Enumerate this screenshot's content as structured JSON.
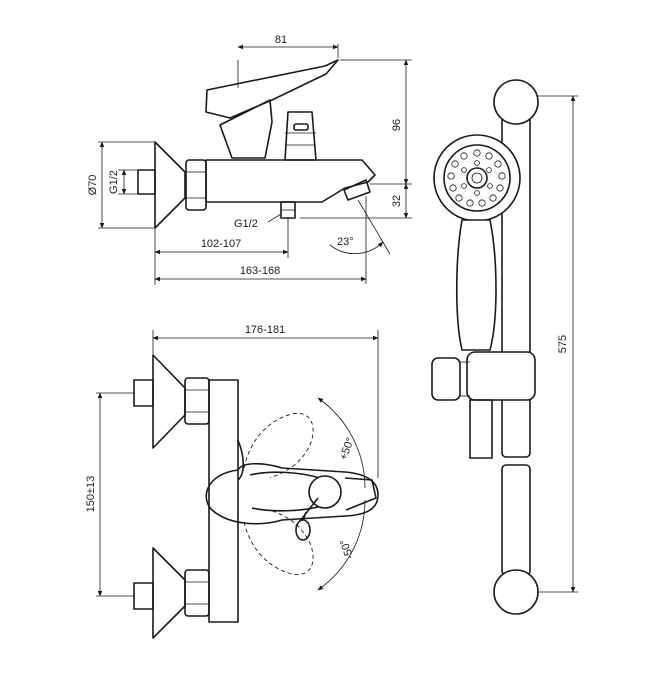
{
  "dimensions": {
    "side_handle_width": "81",
    "side_height": "96",
    "side_spout_height": "32",
    "side_diameter": "Ø70",
    "side_thread_wall": "G1/2",
    "side_thread_outlet": "G1/2",
    "side_angle": "23°",
    "side_depth_spout": "102-107",
    "side_depth_total": "163-168",
    "front_width": "176-181",
    "front_centers": "150±13",
    "front_angle_up": "+50°",
    "front_angle_down": "-50°",
    "rail_length": "575"
  }
}
